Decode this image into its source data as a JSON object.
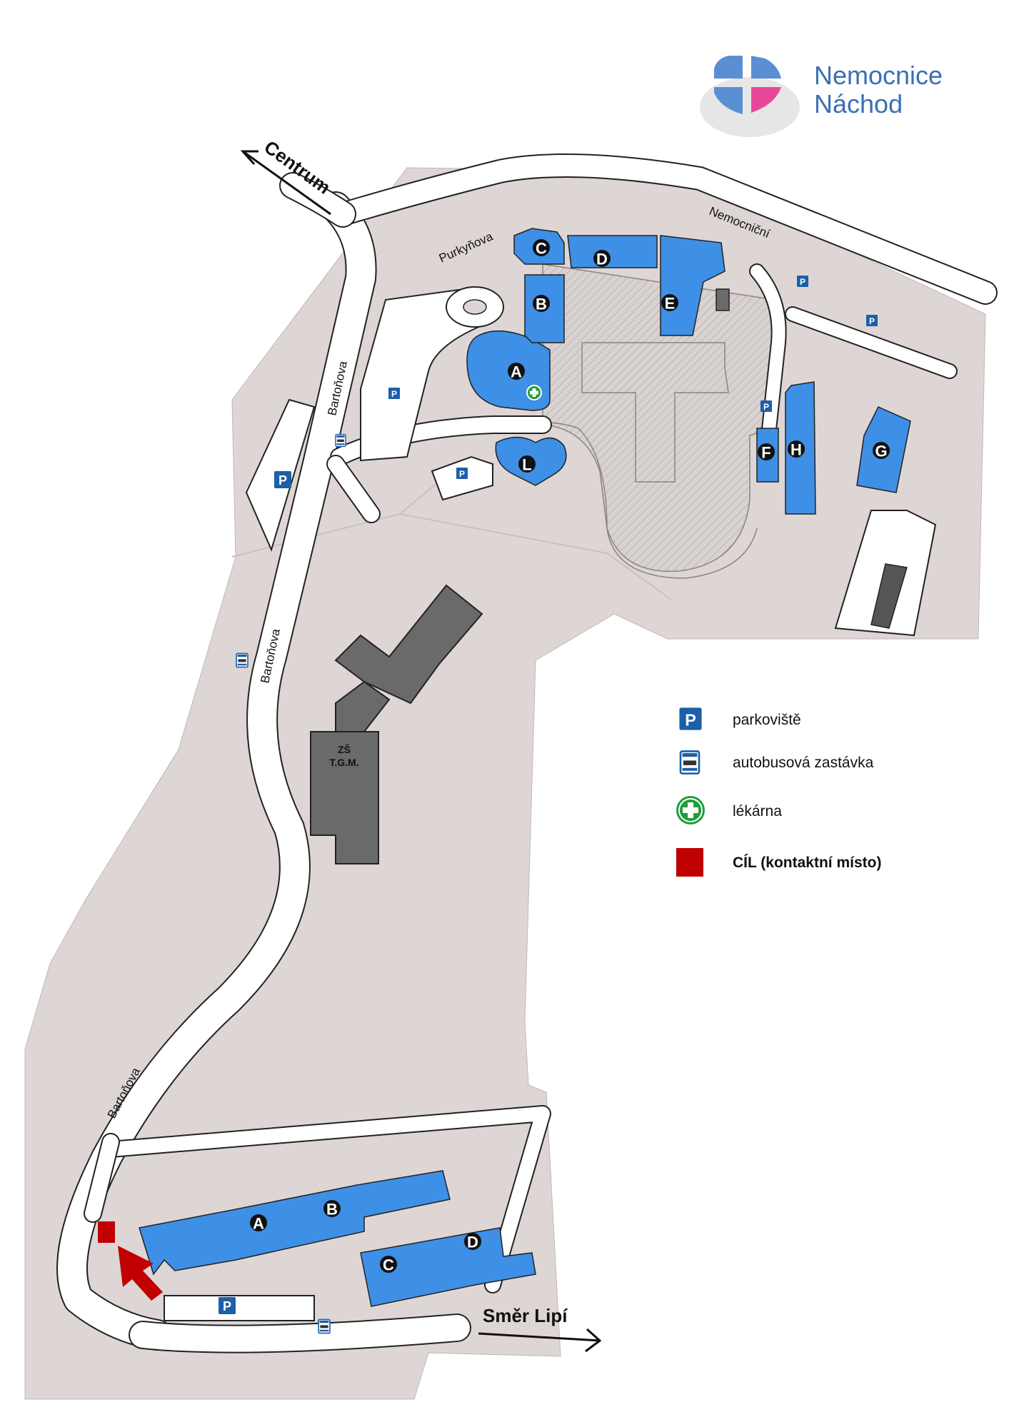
{
  "logo": {
    "line1": "Nemocnice",
    "line2": "Náchod",
    "text_color": "#3a6fb5",
    "cross_blue": "#5b8fd4",
    "cross_pink": "#e8489a"
  },
  "colors": {
    "ground": "#ddd6d4",
    "road": "#ffffff",
    "road_stroke": "#222222",
    "hospital_building": "#3e8fe6",
    "other_building": "#6a6a6a",
    "target": "#c00000",
    "pharmacy": "#1e9e3a",
    "parking": "#1d5fa8"
  },
  "directions": {
    "centrum": "Centrum",
    "smer_lipi": "Směr Lipí"
  },
  "streets": {
    "purkynova": "Purkyňova",
    "nemocnicni": "Nemocniční",
    "bartonova_top": "Bartoňova",
    "bartonova_mid": "Bartoňova",
    "bartonova_low": "Bartoňova"
  },
  "school": {
    "line1": "ZŠ",
    "line2": "T.G.M."
  },
  "main_campus": {
    "buildings": [
      "A",
      "B",
      "C",
      "D",
      "E",
      "F",
      "G",
      "H",
      "L"
    ]
  },
  "south_campus": {
    "buildings": [
      "A",
      "B",
      "C",
      "D"
    ]
  },
  "legend": [
    {
      "icon": "parking-icon",
      "label": "parkoviště"
    },
    {
      "icon": "bus-stop-icon",
      "label": "autobusová zastávka"
    },
    {
      "icon": "pharmacy-icon",
      "label": "lékárna"
    },
    {
      "icon": "target-icon",
      "label": "CÍL (kontaktní místo)"
    }
  ]
}
